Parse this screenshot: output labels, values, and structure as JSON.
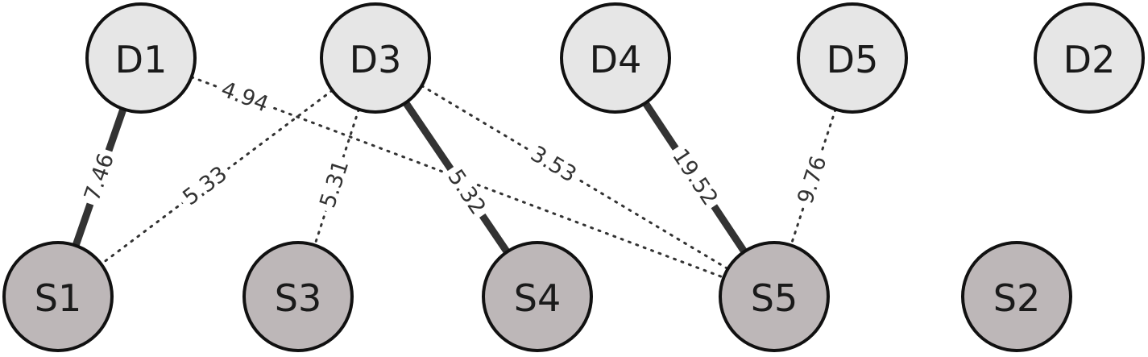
{
  "nodes": [
    {
      "id": "D1",
      "label": "D1",
      "kind": "demand"
    },
    {
      "id": "D3",
      "label": "D3",
      "kind": "demand"
    },
    {
      "id": "D4",
      "label": "D4",
      "kind": "demand"
    },
    {
      "id": "D5",
      "label": "D5",
      "kind": "demand"
    },
    {
      "id": "D2",
      "label": "D2",
      "kind": "demand"
    },
    {
      "id": "S1",
      "label": "S1",
      "kind": "supply"
    },
    {
      "id": "S3",
      "label": "S3",
      "kind": "supply"
    },
    {
      "id": "S4",
      "label": "S4",
      "kind": "supply"
    },
    {
      "id": "S5",
      "label": "S5",
      "kind": "supply"
    },
    {
      "id": "S2",
      "label": "S2",
      "kind": "supply"
    }
  ],
  "edges": [
    {
      "from": "D1",
      "to": "S1",
      "label": "7.46",
      "style": "solid"
    },
    {
      "from": "D1",
      "to": "S5",
      "label": "4.94",
      "style": "dotted"
    },
    {
      "from": "D3",
      "to": "S1",
      "label": "5.33",
      "style": "dotted"
    },
    {
      "from": "D3",
      "to": "S3",
      "label": "5.31",
      "style": "dotted"
    },
    {
      "from": "D3",
      "to": "S4",
      "label": "5.32",
      "style": "solid"
    },
    {
      "from": "D3",
      "to": "S5",
      "label": "3.53",
      "style": "dotted"
    },
    {
      "from": "D4",
      "to": "S5",
      "label": "19.52",
      "style": "solid"
    },
    {
      "from": "D5",
      "to": "S5",
      "label": "9.76",
      "style": "dotted"
    }
  ],
  "colors": {
    "demand_fill": "#e6e6e6",
    "supply_fill": "#bdb7b8",
    "stroke": "#111111",
    "edge": "#333333"
  }
}
